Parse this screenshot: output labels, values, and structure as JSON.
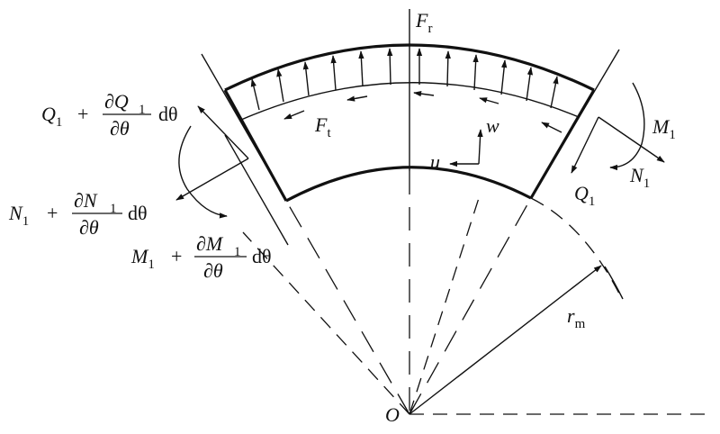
{
  "labels": {
    "Fr": {
      "main": "F",
      "sub": "r"
    },
    "Ft": {
      "main": "F",
      "sub": "t"
    },
    "w": "w",
    "u": "u",
    "O": "O",
    "rm": {
      "main": "r",
      "sub": "m"
    },
    "M1": {
      "main": "M",
      "sub": "1"
    },
    "N1": {
      "main": "N",
      "sub": "1"
    },
    "Q1": {
      "main": "Q",
      "sub": "1"
    }
  },
  "left_expressions": {
    "Q": {
      "base": "Q",
      "sub": "1",
      "plus": "+",
      "num_d": "∂Q",
      "num_sub": "1",
      "den": "∂θ",
      "tail": "dθ"
    },
    "N": {
      "base": "N",
      "sub": "1",
      "plus": "+",
      "num_d": "∂N",
      "num_sub": "1",
      "den": "∂θ",
      "tail": "dθ"
    },
    "M": {
      "base": "M",
      "sub": "1",
      "plus": "+",
      "num_d": "∂M",
      "num_sub": "1",
      "den": "∂θ",
      "tail": "dθ"
    }
  }
}
